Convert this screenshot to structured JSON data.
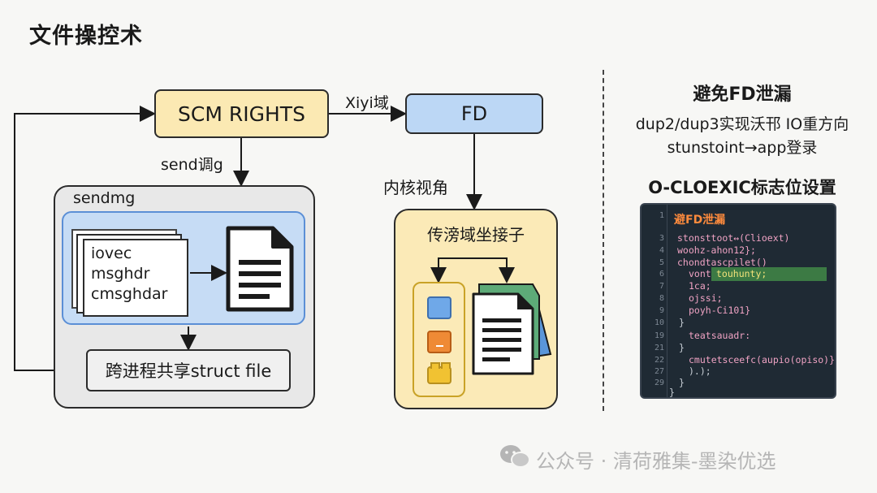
{
  "title": "文件操控术",
  "diagram": {
    "scm_rights": "SCM RIGHTS",
    "fd": "FD",
    "edge_xiyi": "Xiyi域",
    "edge_send": "send调g",
    "edge_kernel": "内核视角",
    "sendmg_label": "sendmg",
    "stack_items": [
      "iovec",
      "msghdr",
      "cmsghdar"
    ],
    "shared_struct": "跨进程共享struct file",
    "socket_label": "传滂域坐接子"
  },
  "right_panel": {
    "heading": "避免FD泄漏",
    "line1": "dup2/dup3实现沃邗 IO重方向",
    "line2": "stunstoint→app登录",
    "subheading": "O-CLOEXIC标志位设置",
    "code": {
      "title": "避FD泄漏",
      "line_numbers": [
        "1",
        "3",
        "4",
        "5",
        "6",
        "7",
        "8",
        "9",
        "10",
        "19",
        "21",
        "22",
        "27",
        "29"
      ],
      "lines": [
        "stonsttoot↔(Clioext)",
        "woohz-ahon12};",
        "chondtascpilet()",
        "vont",
        "touhunty;",
        "1ca;",
        "ojssi;",
        "poyh-Ci101}",
        "}",
        "teatsauadr:",
        "}",
        "cmutetsceefc(aupio(opiso)}",
        ").);",
        "}",
        "}"
      ],
      "colors": {
        "bg": "#1f2a34",
        "highlight": "#3c7a44"
      }
    }
  },
  "watermark": "公众号 · 清荷雅集-墨染优选",
  "colors": {
    "scm_fill": "#fbe9b3",
    "fd_fill": "#bcd7f5",
    "socket_fill": "#fbeab7",
    "slot_blue": "#6fa8e8",
    "slot_orange": "#ef8a35",
    "slot_yellow": "#f1c232",
    "doc_green": "#5dab78",
    "doc_blue": "#5a96d9"
  }
}
